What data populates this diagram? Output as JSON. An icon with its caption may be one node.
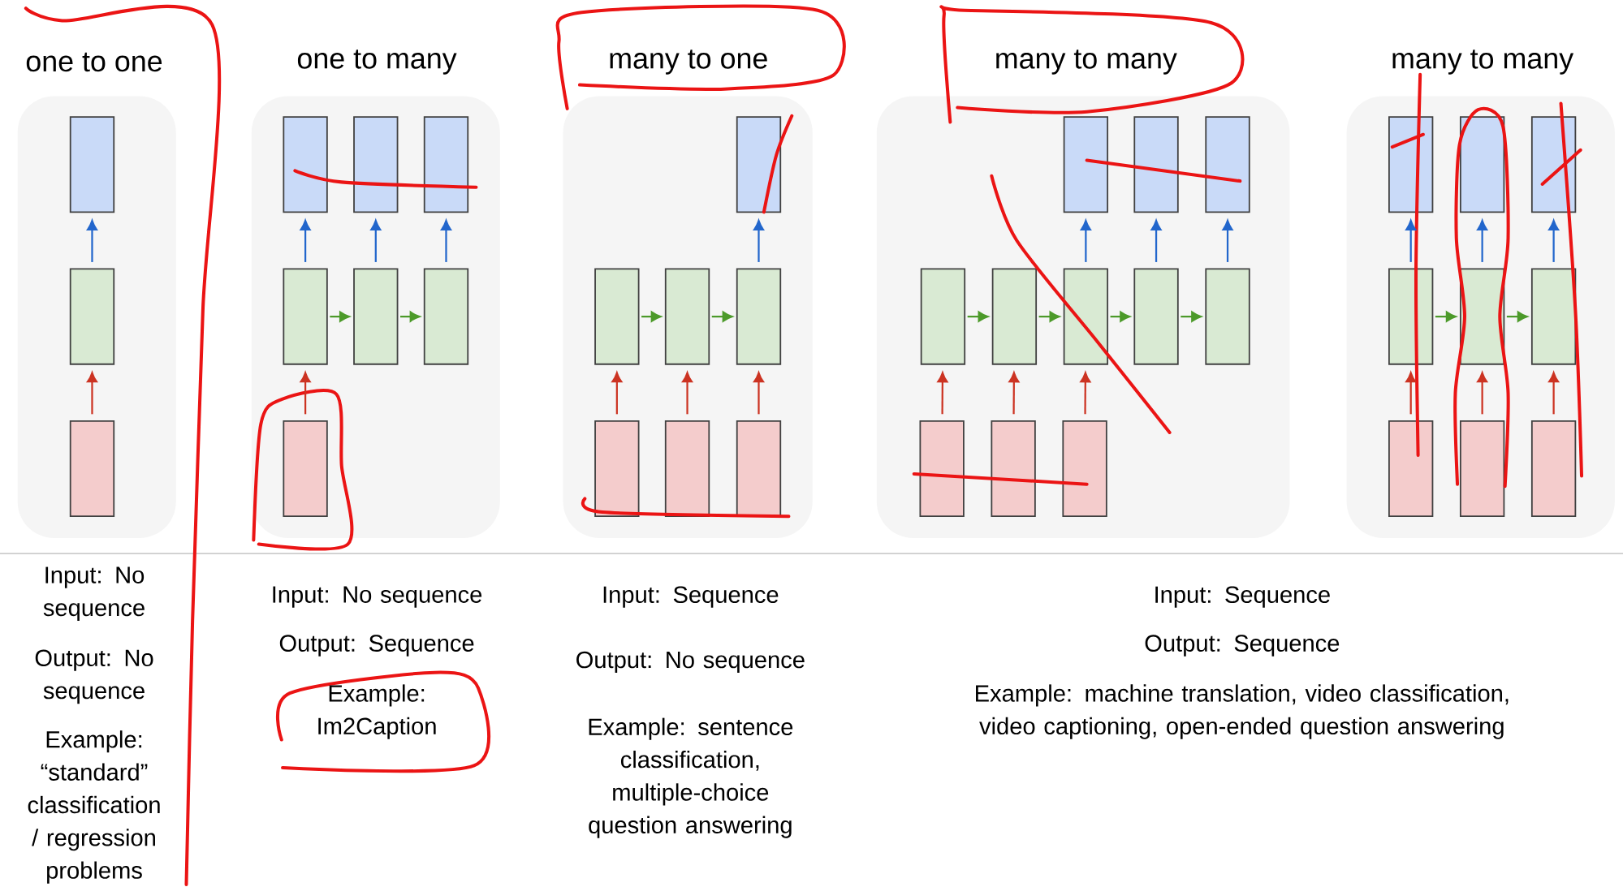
{
  "diagram": {
    "nodes": [
      {
        "text": [
          "one to one"
        ]
      },
      {
        "text": [],
        "shape": "box",
        "in": 0
      },
      {
        "text": [],
        "shape": "box",
        "in": 0
      },
      {
        "text": [],
        "shape": "box",
        "in": 0
      },
      {
        "text": [
          "one to many"
        ]
      },
      {
        "text": [],
        "shape": "box",
        "in": 4
      },
      {
        "text": [],
        "shape": "box",
        "in": 4
      },
      {
        "text": [],
        "shape": "box",
        "in": 4
      },
      {
        "text": [],
        "shape": "box",
        "in": 4
      },
      {
        "text": [],
        "shape": "box",
        "in": 4
      },
      {
        "text": [],
        "shape": "box",
        "in": 4
      },
      {
        "text": [],
        "shape": "box",
        "in": 4
      },
      {
        "text": [
          "many to one"
        ]
      },
      {
        "text": [],
        "shape": "box",
        "in": 12
      },
      {
        "text": [],
        "shape": "box",
        "in": 12
      },
      {
        "text": [],
        "shape": "box",
        "in": 12
      },
      {
        "text": [],
        "shape": "box",
        "in": 12
      },
      {
        "text": [],
        "shape": "box",
        "in": 12
      },
      {
        "text": [],
        "shape": "box",
        "in": 12
      },
      {
        "text": [],
        "shape": "box",
        "in": 12
      },
      {
        "text": [
          "many to many"
        ]
      },
      {
        "text": [],
        "shape": "box",
        "in": 20
      },
      {
        "text": [],
        "shape": "box",
        "in": 20
      },
      {
        "text": [],
        "shape": "box",
        "in": 20
      },
      {
        "text": [],
        "shape": "box",
        "in": 20
      },
      {
        "text": [],
        "shape": "box",
        "in": 20
      },
      {
        "text": [],
        "shape": "box",
        "in": 20
      },
      {
        "text": [],
        "shape": "box",
        "in": 20
      },
      {
        "text": [],
        "shape": "box",
        "in": 20
      },
      {
        "text": [],
        "shape": "box",
        "in": 20
      },
      {
        "text": [],
        "shape": "box",
        "in": 20
      },
      {
        "text": [],
        "shape": "box",
        "in": 20
      },
      {
        "text": [
          "many to many"
        ]
      },
      {
        "text": [],
        "shape": "box",
        "in": 32
      },
      {
        "text": [],
        "shape": "box",
        "in": 32
      },
      {
        "text": [],
        "shape": "box",
        "in": 32
      },
      {
        "text": [],
        "shape": "box",
        "in": 32
      },
      {
        "text": [],
        "shape": "box",
        "in": 32
      },
      {
        "text": [],
        "shape": "box",
        "in": 32
      },
      {
        "text": [],
        "shape": "box",
        "in": 32
      },
      {
        "text": [],
        "shape": "box",
        "in": 32
      },
      {
        "text": [],
        "shape": "box",
        "in": 32
      }
    ],
    "edges": [
      {
        "from": 3,
        "to": 2,
        "arrow": "to",
        "color": "#cc3322"
      },
      {
        "from": 2,
        "to": 1,
        "arrow": "to",
        "color": "#2266cc"
      },
      {
        "from": 11,
        "to": 8,
        "arrow": "to",
        "color": "#cc3322"
      },
      {
        "from": 8,
        "to": 9,
        "arrow": "to",
        "color": "#4c9a2a"
      },
      {
        "from": 9,
        "to": 10,
        "arrow": "to",
        "color": "#4c9a2a"
      },
      {
        "from": 8,
        "to": 5,
        "arrow": "to",
        "color": "#2266cc"
      },
      {
        "from": 9,
        "to": 6,
        "arrow": "to",
        "color": "#2266cc"
      },
      {
        "from": 10,
        "to": 7,
        "arrow": "to",
        "color": "#2266cc"
      },
      {
        "from": 17,
        "to": 14,
        "arrow": "to",
        "color": "#cc3322"
      },
      {
        "from": 18,
        "to": 15,
        "arrow": "to",
        "color": "#cc3322"
      },
      {
        "from": 19,
        "to": 16,
        "arrow": "to",
        "color": "#cc3322"
      },
      {
        "from": 14,
        "to": 15,
        "arrow": "to",
        "color": "#4c9a2a"
      },
      {
        "from": 15,
        "to": 16,
        "arrow": "to",
        "color": "#4c9a2a"
      },
      {
        "from": 16,
        "to": 13,
        "arrow": "to",
        "color": "#2266cc"
      },
      {
        "from": 29,
        "to": 24,
        "arrow": "to",
        "color": "#cc3322"
      },
      {
        "from": 30,
        "to": 25,
        "arrow": "to",
        "color": "#cc3322"
      },
      {
        "from": 31,
        "to": 26,
        "arrow": "to",
        "color": "#cc3322"
      },
      {
        "from": 24,
        "to": 25,
        "arrow": "to",
        "color": "#4c9a2a"
      },
      {
        "from": 25,
        "to": 26,
        "arrow": "to",
        "color": "#4c9a2a"
      },
      {
        "from": 26,
        "to": 27,
        "arrow": "to",
        "color": "#4c9a2a"
      },
      {
        "from": 27,
        "to": 28,
        "arrow": "to",
        "color": "#4c9a2a"
      },
      {
        "from": 26,
        "to": 21,
        "arrow": "to",
        "color": "#2266cc"
      },
      {
        "from": 27,
        "to": 22,
        "arrow": "to",
        "color": "#2266cc"
      },
      {
        "from": 28,
        "to": 23,
        "arrow": "to",
        "color": "#2266cc"
      },
      {
        "from": 39,
        "to": 36,
        "arrow": "to",
        "color": "#cc3322"
      },
      {
        "from": 40,
        "to": 37,
        "arrow": "to",
        "color": "#cc3322"
      },
      {
        "from": 41,
        "to": 38,
        "arrow": "to",
        "color": "#cc3322"
      },
      {
        "from": 36,
        "to": 37,
        "arrow": "to",
        "color": "#4c9a2a"
      },
      {
        "from": 37,
        "to": 38,
        "arrow": "to",
        "color": "#4c9a2a"
      },
      {
        "from": 36,
        "to": 33,
        "arrow": "to",
        "color": "#2266cc"
      },
      {
        "from": 37,
        "to": 34,
        "arrow": "to",
        "color": "#2266cc"
      },
      {
        "from": 38,
        "to": 35,
        "arrow": "to",
        "color": "#2266cc"
      }
    ],
    "labels": [
      "Input: No sequence",
      "Output: No sequence",
      "Example: “standard” classification / regression problems",
      "Input: No sequence",
      "Output: Sequence",
      "Example: Im2Caption",
      "Input: Sequence",
      "Output: No sequence",
      "Example: sentence classification, multiple-choice question answering",
      "Input: Sequence",
      "Output: Sequence",
      "Example: machine translation, video classification, video captioning, open-ended question answering"
    ]
  }
}
